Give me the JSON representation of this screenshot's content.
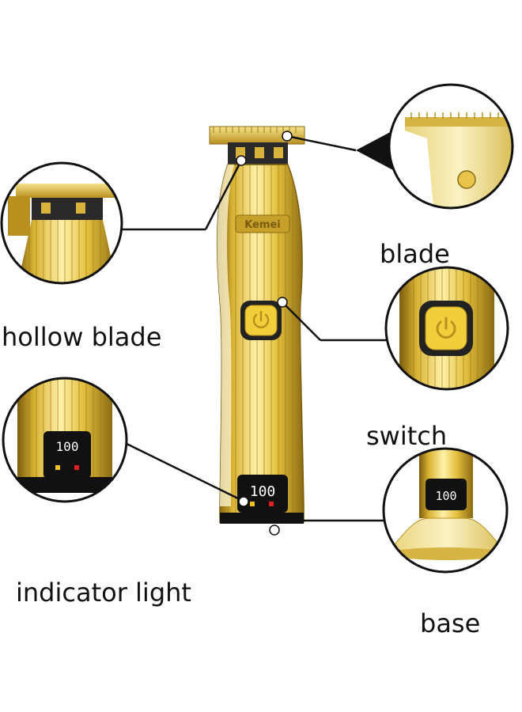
{
  "labels": {
    "hollow_blade": "hollow blade",
    "blade": "blade",
    "switch": "switch",
    "indicator_light": "indicator light",
    "base": "base"
  },
  "brand_mark": "Kemei",
  "display_readout": "100",
  "colors": {
    "gold_light": "#f6e58a",
    "gold_mid": "#d9b332",
    "gold_dark": "#8a6a12",
    "black": "#111111",
    "led_white": "#ffffff",
    "led_red": "#e02020"
  },
  "icons": {
    "power": "power-icon"
  }
}
